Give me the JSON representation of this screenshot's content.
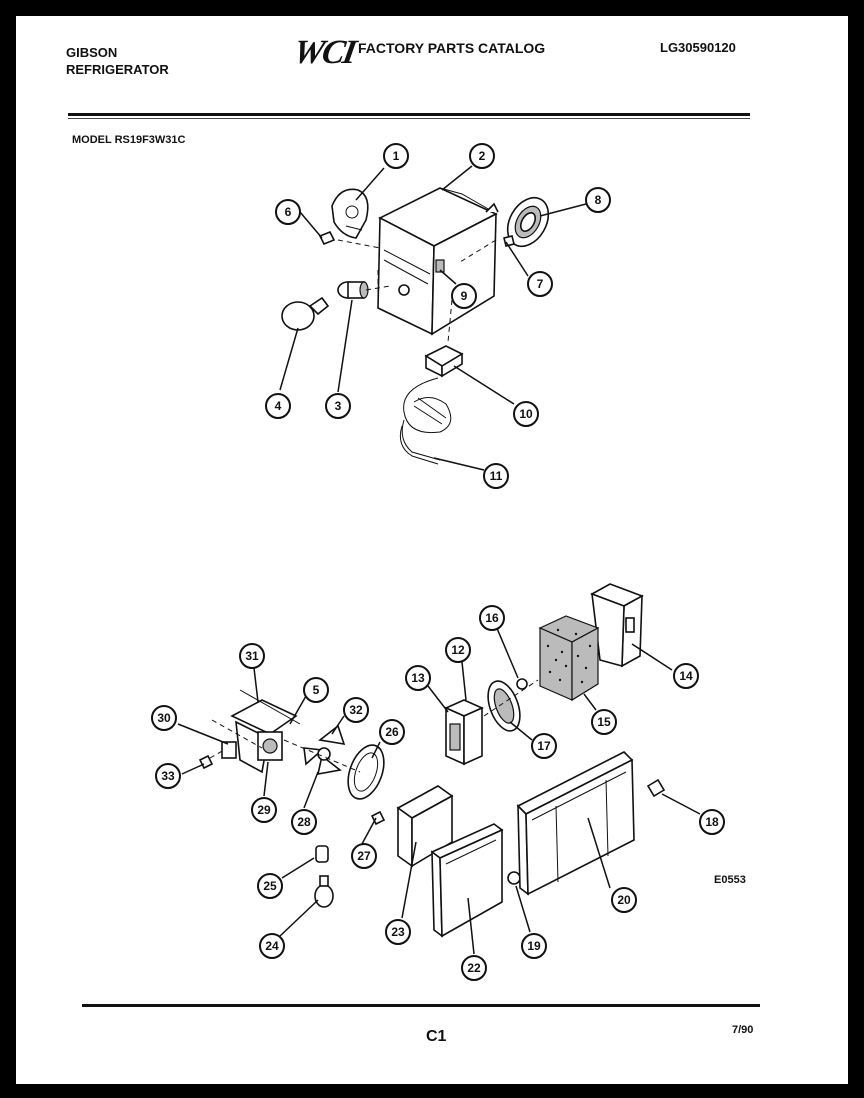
{
  "header": {
    "brand_line1": "GIBSON",
    "brand_line2": "REFRIGERATOR",
    "logo_text": "WCI",
    "catalog_title": "FACTORY PARTS CATALOG",
    "catalog_number": "LG30590120"
  },
  "model_label": "MODEL RS19F3W31C",
  "diagram_code": "E0553",
  "footer": {
    "page_code": "C1",
    "date_code": "7/90"
  },
  "callouts": [
    "1",
    "2",
    "3",
    "4",
    "5",
    "6",
    "7",
    "8",
    "9",
    "10",
    "11",
    "12",
    "13",
    "14",
    "15",
    "16",
    "17",
    "18",
    "19",
    "20",
    "22",
    "23",
    "24",
    "25",
    "26",
    "27",
    "28",
    "29",
    "30",
    "31",
    "32",
    "33"
  ]
}
